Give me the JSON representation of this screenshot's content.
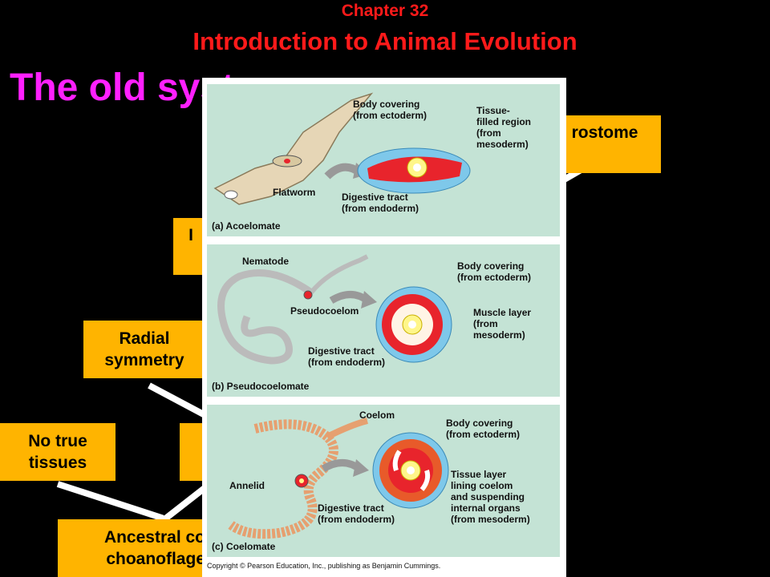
{
  "slide": {
    "chapter": "Chapter 32",
    "title": "Introduction to Animal Evolution",
    "heading": "The old syst"
  },
  "boxes": {
    "deuterostome": "rostome",
    "partial_left": "I",
    "radial": [
      "Radial",
      "symmetry"
    ],
    "no_true": [
      "No true",
      "tissues"
    ],
    "ancestral": [
      "Ancestral co",
      "choanoflage"
    ]
  },
  "figure": {
    "panel_a": {
      "caption": "(a) Acoelomate",
      "organism": "Flatworm",
      "body_covering": [
        "Body covering",
        "(from ectoderm)"
      ],
      "tissue_filled": [
        "Tissue-",
        "filled region",
        "(from",
        "mesoderm)"
      ],
      "digestive": [
        "Digestive tract",
        "(from endoderm)"
      ]
    },
    "panel_b": {
      "caption": "(b) Pseudocoelomate",
      "organism": "Nematode",
      "cavity": "Pseudocoelom",
      "body_covering": [
        "Body covering",
        "(from ectoderm)"
      ],
      "muscle": [
        "Muscle layer",
        "(from",
        "mesoderm)"
      ],
      "digestive": [
        "Digestive tract",
        "(from endoderm)"
      ]
    },
    "panel_c": {
      "caption": "(c) Coelomate",
      "organism": "Annelid",
      "cavity": "Coelom",
      "body_covering": [
        "Body covering",
        "(from ectoderm)"
      ],
      "tissue_layer": [
        "Tissue layer",
        "lining coelom",
        "and suspending",
        "internal organs",
        "(from mesoderm)"
      ],
      "digestive": [
        "Digestive tract",
        "(from endoderm)"
      ]
    },
    "copyright": "Copyright © Pearson Education, Inc., publishing as Benjamin Cummings."
  },
  "colors": {
    "title_red": "#ff1a1a",
    "heading_magenta": "#ff20ff",
    "box_orange": "#ffb400",
    "panel_green": "#c4e3d5",
    "ectoderm_blue": "#7ec8ea",
    "mesoderm_red": "#e8242c"
  }
}
